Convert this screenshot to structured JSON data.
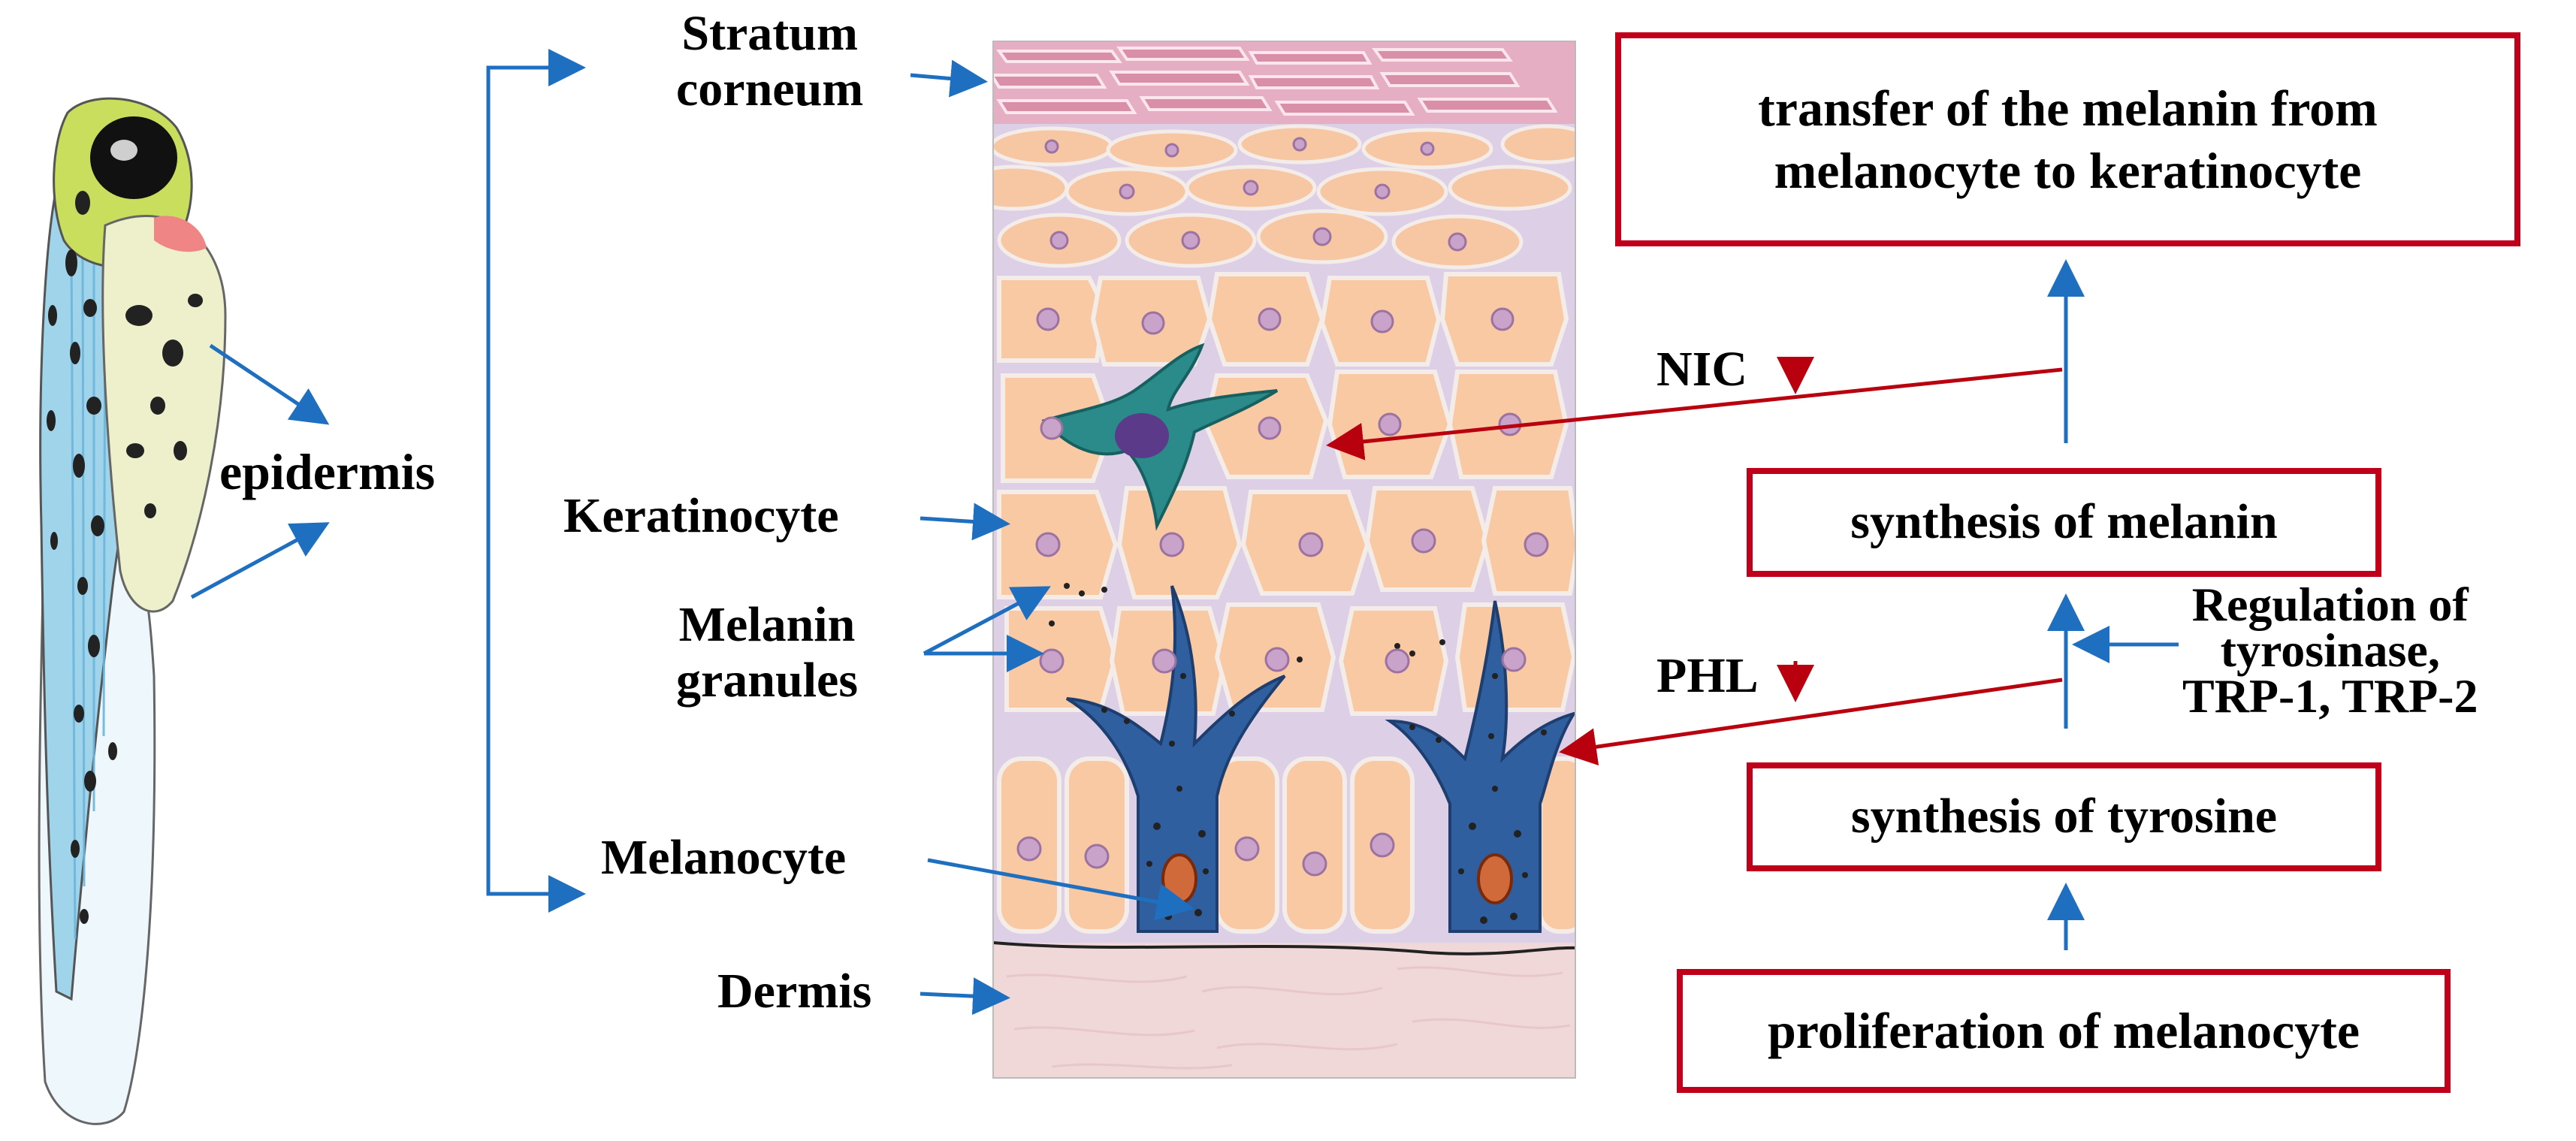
{
  "labels": {
    "stratum_corneum": [
      "Stratum",
      "corneum"
    ],
    "epidermis": "epidermis",
    "keratinocyte": "Keratinocyte",
    "melanin_granules": [
      "Melanin",
      "granules"
    ],
    "melanocyte": "Melanocyte",
    "dermis": "Dermis",
    "nic": "NIC",
    "phl": "PHL",
    "regulation": [
      "Regulation of",
      "tyrosinase,",
      "TRP-1, TRP-2"
    ]
  },
  "boxes": {
    "transfer": [
      "transfer of the melanin from",
      "melanocyte to keratinocyte"
    ],
    "synthesis_melanin": "synthesis of melanin",
    "synthesis_tyrosine": "synthesis of tyrosine",
    "proliferation": "proliferation of melanocyte"
  },
  "colors": {
    "blue_arrow": "#1f6fc0",
    "red_arrow": "#b8000f",
    "box_border": "#c0001a",
    "skin_cell": "#f8c9a3",
    "melanocyte": "#2f5f9e",
    "corneum": "#d98fa8",
    "dermis": "#f0d8d8"
  }
}
